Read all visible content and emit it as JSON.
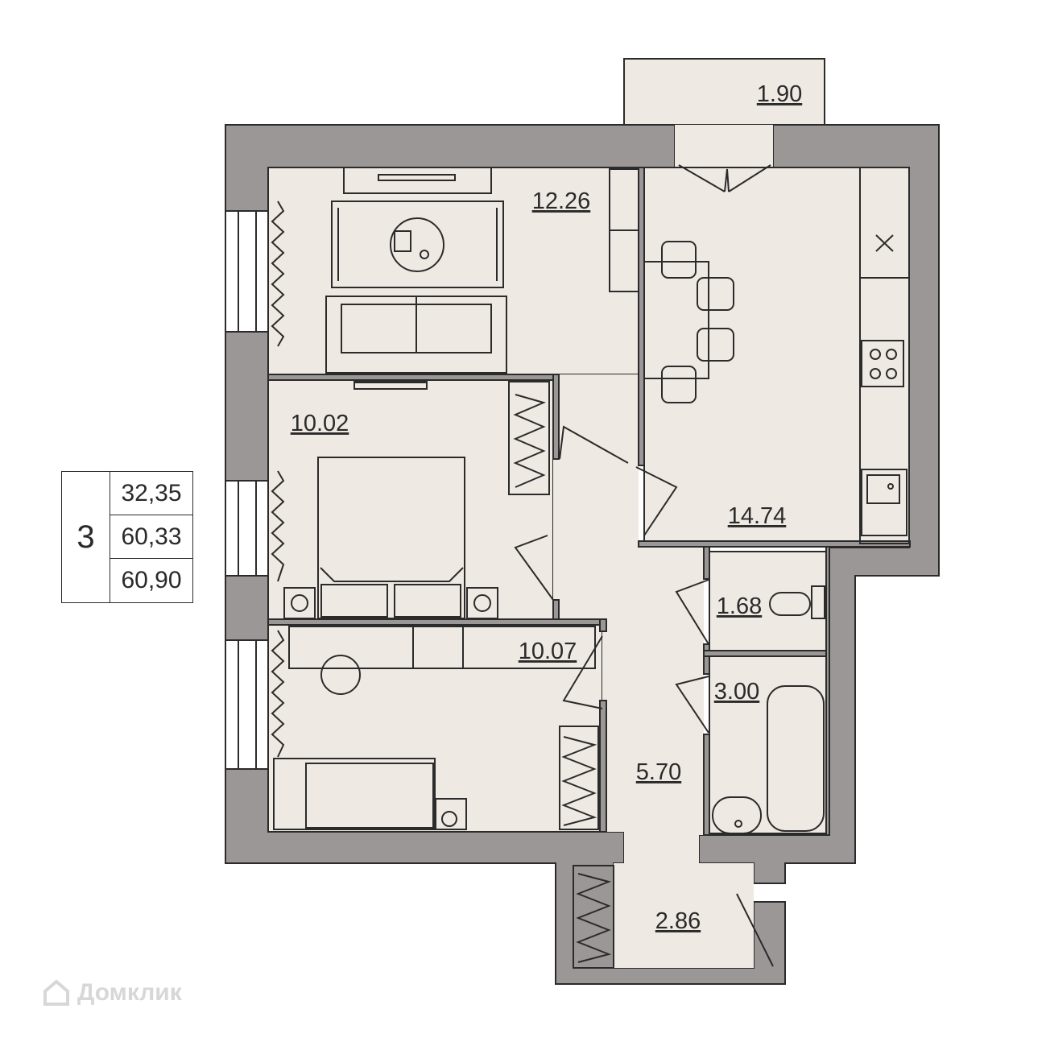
{
  "summary": {
    "rooms": "3",
    "living_area": "32,35",
    "total_area": "60,33",
    "area_with_balcony": "60,90"
  },
  "rooms": {
    "balcony": "1.90",
    "living_room": "12.26",
    "kitchen": "14.74",
    "bedroom": "10.02",
    "children_room": "10.07",
    "wc": "1.68",
    "bathroom": "3.00",
    "corridor": "5.70",
    "hall": "2.86"
  },
  "watermark": "Домклик",
  "colors": {
    "wall": "#9b9796",
    "floor": "#efe9e3",
    "line": "#2b2b2b",
    "watermark": "#d7d7d7"
  }
}
